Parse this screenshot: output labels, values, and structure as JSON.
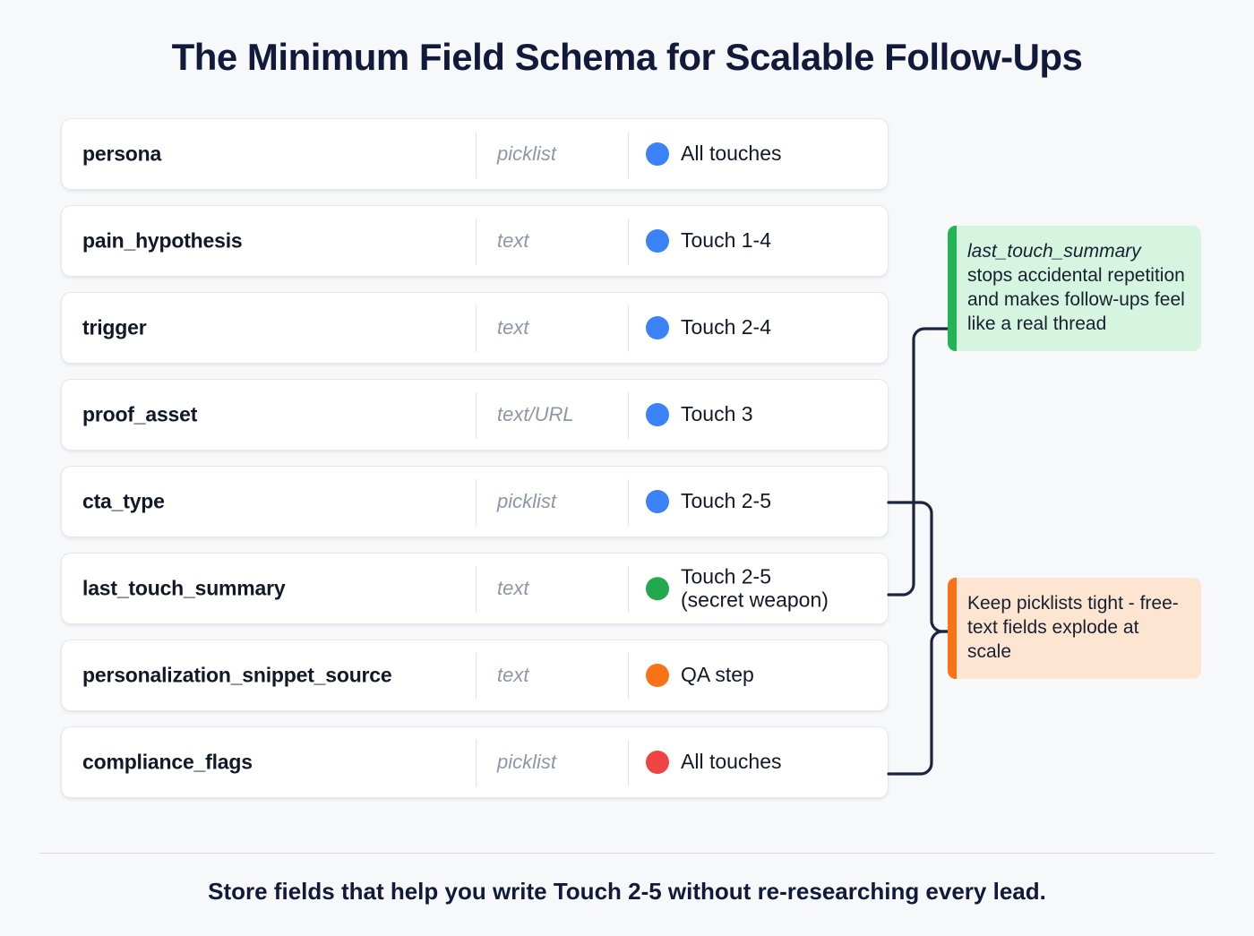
{
  "title": "The Minimum Field Schema for Scalable Follow-Ups",
  "colors": {
    "blue": "#3b82f6",
    "green": "#22a84f",
    "orange": "#f97316",
    "red": "#ef4444",
    "callout_green_bg": "#d6f5e0",
    "callout_green_bar": "#22b455",
    "callout_orange_bg": "#fde5d2",
    "callout_orange_bar": "#f97316",
    "connector": "#1b2441",
    "page_bg": "#f6f8fa"
  },
  "fields": [
    {
      "name": "persona",
      "type": "picklist",
      "touch": "All touches",
      "dot": "blue"
    },
    {
      "name": "pain_hypothesis",
      "type": "text",
      "touch": "Touch 1-4",
      "dot": "blue"
    },
    {
      "name": "trigger",
      "type": "text",
      "touch": "Touch 2-4",
      "dot": "blue"
    },
    {
      "name": "proof_asset",
      "type": "text/URL",
      "touch": "Touch 3",
      "dot": "blue"
    },
    {
      "name": "cta_type",
      "type": "picklist",
      "touch": "Touch 2-5",
      "dot": "blue"
    },
    {
      "name": "last_touch_summary",
      "type": "text",
      "touch": "Touch 2-5\n(secret weapon)",
      "dot": "green"
    },
    {
      "name": "personalization_snippet_source",
      "type": "text",
      "touch": "QA step",
      "dot": "orange"
    },
    {
      "name": "compliance_flags",
      "type": "picklist",
      "touch": "All touches",
      "dot": "red"
    }
  ],
  "callouts": {
    "green": {
      "emphasis": "last_touch_summary",
      "text": " stops accidental repetition and makes follow-ups feel like a real thread"
    },
    "orange": {
      "text": "Keep picklists tight - free-text fields explode at scale"
    }
  },
  "footer": "Store fields that help you write Touch 2-5 without re-researching every lead."
}
